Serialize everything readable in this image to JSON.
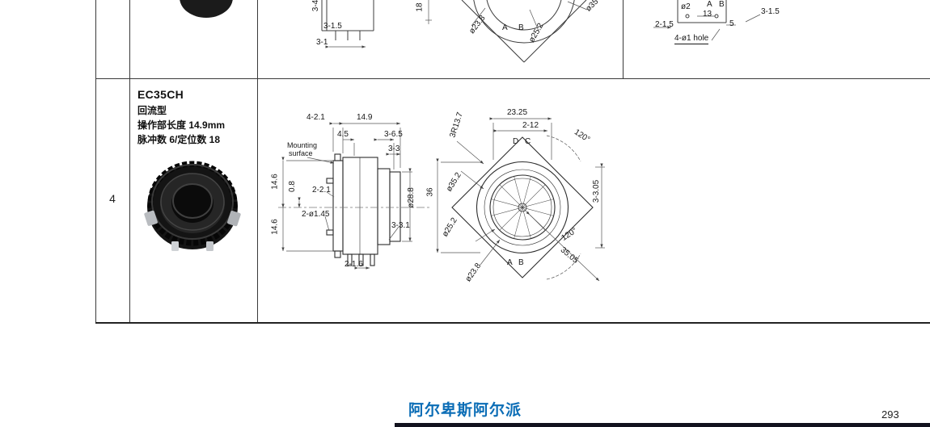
{
  "footer": {
    "brand": "阿尔卑斯阿尔派",
    "page": "293"
  },
  "row4": {
    "num": "4",
    "model": "EC35CH",
    "line1": "回流型",
    "line2": "操作部长度 14.9mm",
    "line3": "脉冲数 6/定位数 18"
  },
  "top_row": {
    "l1": "3-4",
    "l2": "3-1.5",
    "l3": "3-1",
    "l4": "18",
    "l5": "ø23.8",
    "l6": "A",
    "l7": "B",
    "l8": "ø25.2",
    "l9": "ø35",
    "l10": "ø2",
    "l11": "A",
    "l12": "B",
    "l13": "13",
    "l14": "5",
    "l15": "2-1.5",
    "l16": "3-1.5",
    "l17": "4-ø1 hole"
  },
  "side": {
    "s1": "4-2.1",
    "s2": "14.9",
    "s3": "4.5",
    "s4": "3-6.5",
    "s5": "3-3",
    "s6": "Mounting",
    "s7": "surface",
    "s8": "14.6",
    "s9": "0.8",
    "s10": "2-2.1",
    "s11": "14.6",
    "s12": "2-ø1.45",
    "s13": "ø28.8",
    "s14": "3-3.1",
    "s15": "2-1.6"
  },
  "front": {
    "f1": "23.25",
    "f2": "2-12",
    "f3": "3R13.7",
    "f4": "D",
    "f5": "C",
    "f6": "120°",
    "f7": "ø35.2",
    "f8": "36",
    "f9": "ø25.2",
    "f10": "3-3.05",
    "f11": "120°",
    "f12": "A",
    "f13": "B",
    "f14": "35.05",
    "f15": "ø23.8"
  }
}
